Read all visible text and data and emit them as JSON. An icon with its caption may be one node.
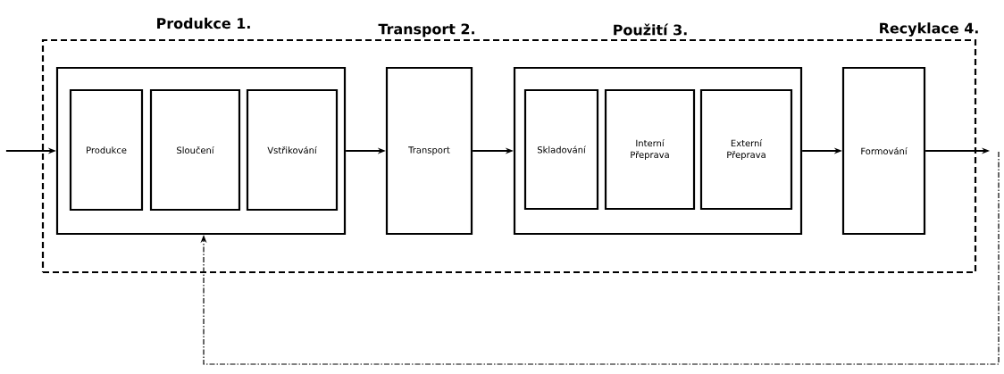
{
  "diagram": {
    "nodes": [
      {
        "text": [],
        "shape": "box"
      },
      {
        "text": [],
        "shape": "box",
        "in": 0
      },
      {
        "text": [
          "Produkce"
        ],
        "in": 1
      },
      {
        "text": [
          "Sloučení"
        ],
        "in": 1
      },
      {
        "text": [
          "Vstřikování"
        ],
        "in": 1
      },
      {
        "text": [
          "Transport"
        ],
        "in": 0
      },
      {
        "text": [],
        "shape": "box",
        "in": 0
      },
      {
        "text": [
          "Skladování"
        ],
        "in": 6
      },
      {
        "text": [
          "Interní Přeprava"
        ],
        "in": 6
      },
      {
        "text": [
          "Externí Přeprava"
        ],
        "in": 6
      },
      {
        "text": [
          "Formování"
        ],
        "in": 0
      }
    ],
    "edges": [
      {
        "from": null,
        "to": 1,
        "arrow": "to"
      },
      {
        "from": 1,
        "to": 5,
        "arrow": "to"
      },
      {
        "from": 5,
        "to": 6,
        "arrow": "to"
      },
      {
        "from": 6,
        "to": 10,
        "arrow": "to"
      },
      {
        "from": 10,
        "to": null,
        "arrow": "to"
      },
      {
        "from": null,
        "to": 1,
        "arrow": "to",
        "style": "dashed"
      }
    ],
    "labels": [
      "Produkce 1.",
      "Transport 2.",
      "Použití 3.",
      "Recyklace 4."
    ]
  }
}
